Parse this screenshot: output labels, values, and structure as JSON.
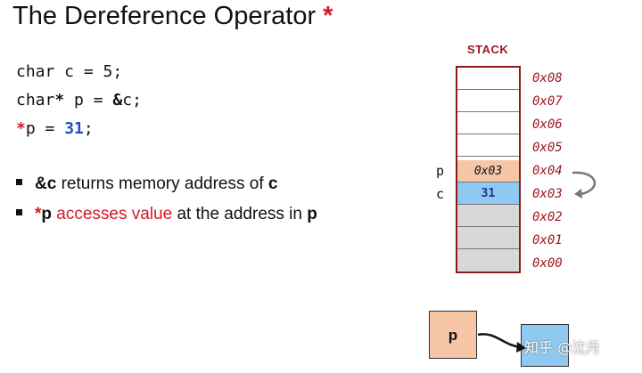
{
  "title": {
    "text": "The Dereference Operator ",
    "star": "*"
  },
  "code": {
    "line1": "char c = 5;",
    "line2_pre": "char",
    "line2_star": "*",
    "line2_mid": " p = ",
    "line2_amp": "&",
    "line2_end": "c;",
    "line3_star": "*",
    "line3_mid": "p = ",
    "line3_num": "31",
    "line3_end": ";"
  },
  "bullets": [
    {
      "bold": "&c",
      "text": " returns memory address of ",
      "bold2": "c"
    },
    {
      "star": "*",
      "bold": "p",
      "red": " accesses value",
      "text": " at the address in ",
      "bold2": "p"
    }
  ],
  "stack": {
    "label": "STACK",
    "cells": [
      {
        "addr": "0x08",
        "value": ""
      },
      {
        "addr": "0x07",
        "value": ""
      },
      {
        "addr": "0x06",
        "value": ""
      },
      {
        "addr": "0x05",
        "value": ""
      },
      {
        "addr": "0x04",
        "value": "0x03",
        "var": "p"
      },
      {
        "addr": "0x03",
        "value": "31",
        "var": "c"
      },
      {
        "addr": "0x02",
        "value": ""
      },
      {
        "addr": "0x01",
        "value": ""
      },
      {
        "addr": "0x00",
        "value": ""
      }
    ]
  },
  "diagram": {
    "p_label": "p",
    "c_label": ""
  },
  "watermark": "知乎 @沈月",
  "colors": {
    "accent_red": "#d11a2a",
    "accent_blue": "#1f4fb8",
    "pointer_fill": "#f6c6a6",
    "value_fill": "#8fc9f2",
    "unused_fill": "#d8d8d8"
  }
}
